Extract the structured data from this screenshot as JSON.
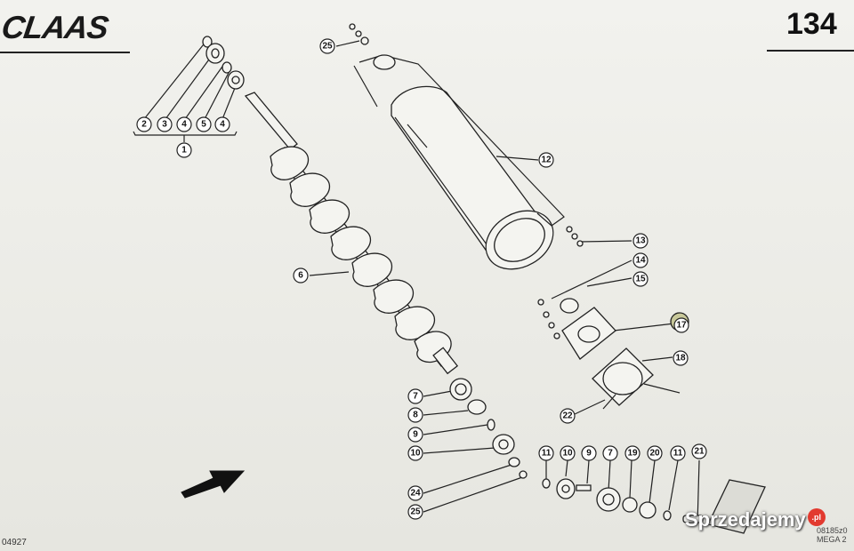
{
  "header": {
    "brand": "CLAAS",
    "page_number": "134"
  },
  "footer": {
    "code_left": "04927",
    "code_right_line1": "08185z0",
    "code_right_line2": "MEGA 2"
  },
  "watermark": {
    "text": "Sprzedajemy",
    "suffix": ".pl"
  },
  "colors": {
    "line": "#222222",
    "paper": "#f0f0ec",
    "watermark_badge": "#e23a2f"
  },
  "callouts": [
    {
      "label": "2"
    },
    {
      "label": "3"
    },
    {
      "label": "4"
    },
    {
      "label": "5"
    },
    {
      "label": "4"
    },
    {
      "label": "1"
    },
    {
      "label": "6"
    },
    {
      "label": "25"
    },
    {
      "label": "12"
    },
    {
      "label": "13"
    },
    {
      "label": "14"
    },
    {
      "label": "15"
    },
    {
      "label": "17"
    },
    {
      "label": "18"
    },
    {
      "label": "22"
    },
    {
      "label": "7"
    },
    {
      "label": "8"
    },
    {
      "label": "9"
    },
    {
      "label": "10"
    },
    {
      "label": "24"
    },
    {
      "label": "25"
    },
    {
      "label": "11"
    },
    {
      "label": "10"
    },
    {
      "label": "9"
    },
    {
      "label": "7"
    },
    {
      "label": "19"
    },
    {
      "label": "20"
    },
    {
      "label": "11"
    },
    {
      "label": "21"
    }
  ]
}
